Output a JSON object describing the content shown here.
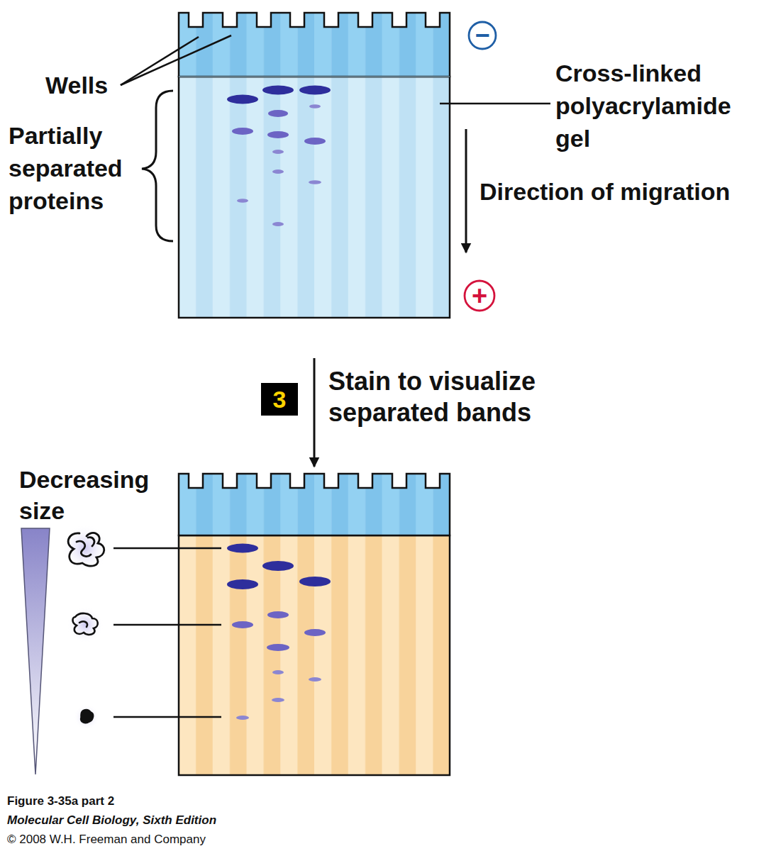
{
  "diagram": {
    "caption": "Figure 3-35a part 2",
    "nodes": [
      {
        "text": [
          "−"
        ]
      },
      {
        "text": [
          "+"
        ]
      },
      {
        "text": [
          "3"
        ]
      }
    ],
    "labels": [
      "Wells",
      "Partially separated proteins",
      "Cross-linked polyacrylamide gel",
      "Direction of migration",
      "Stain to visualize separated bands",
      "Decreasing size",
      "Molecular Cell Biology, Sixth Edition",
      "© 2008 W.H. Freeman and Company"
    ]
  }
}
